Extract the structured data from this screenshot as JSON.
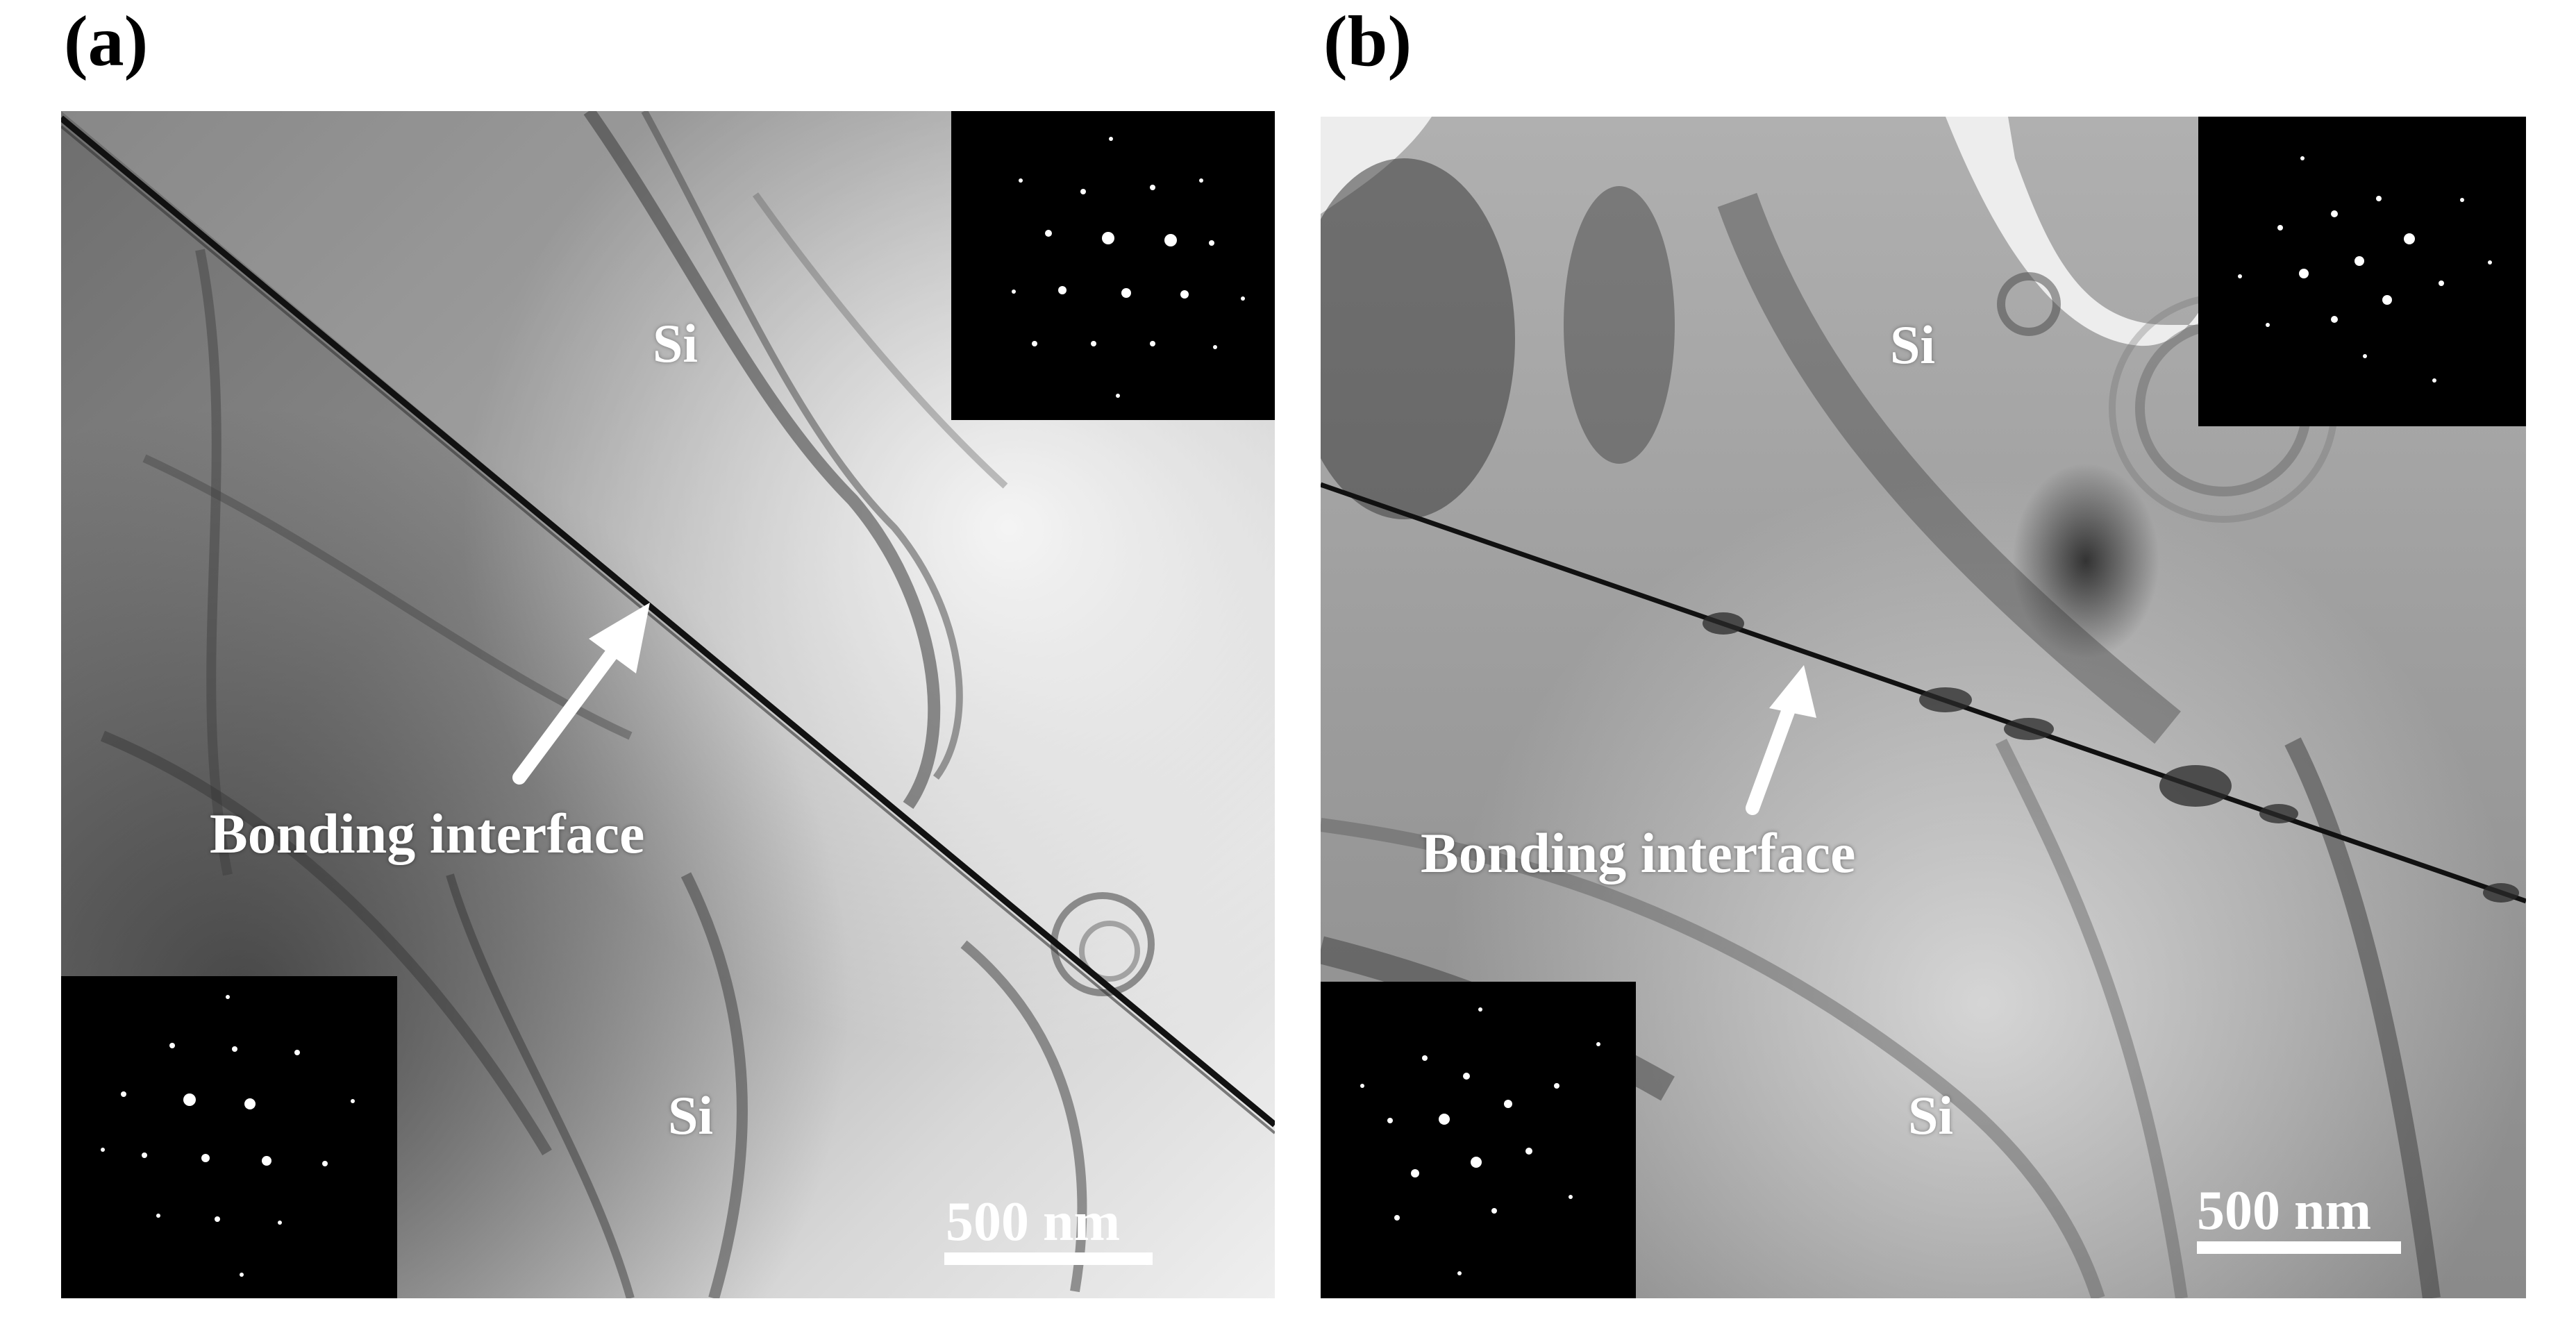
{
  "panels": [
    {
      "label": "(a)",
      "region_top": "Si",
      "region_bottom": "Si",
      "interface_label": "Bonding interface",
      "scale_bar": "500 nm"
    },
    {
      "label": "(b)",
      "region_top": "Si",
      "region_bottom": "Si",
      "interface_label": "Bonding interface",
      "scale_bar": "500 nm"
    }
  ]
}
